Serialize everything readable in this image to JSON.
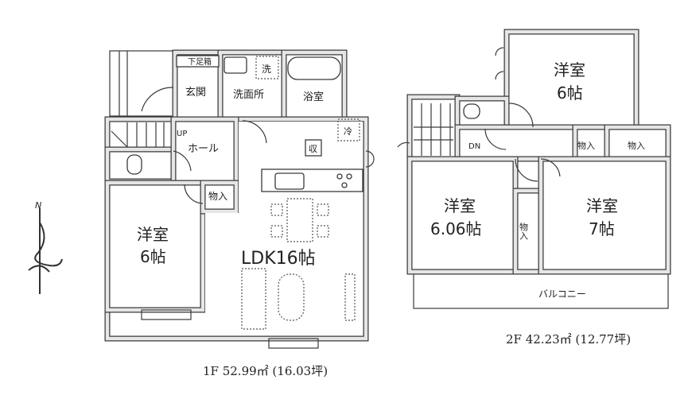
{
  "floor1": {
    "caption": "1F  52.99㎡ (16.03坪)",
    "rooms": {
      "genkan": "玄関",
      "shoe_box": "下足箱",
      "washroom": "洗面所",
      "washer": "洗",
      "bath": "浴室",
      "hall": "ホール",
      "up": "UP",
      "storage_small": "収",
      "fridge": "冷",
      "closet": "物入",
      "western_room_name": "洋室",
      "western_room_size": "6帖",
      "ldk": "LDK16帖"
    }
  },
  "floor2": {
    "caption": "2F  42.23㎡ (12.77坪)",
    "rooms": {
      "room_a_name": "洋室",
      "room_a_size": "6帖",
      "room_b_name": "洋室",
      "room_b_size": "6.06帖",
      "room_c_name": "洋室",
      "room_c_size": "7帖",
      "closet_1": "物入",
      "closet_2": "物入",
      "closet_3": "物入",
      "dn": "DN",
      "balcony": "バルコニー"
    }
  },
  "compass": {
    "north": "N"
  }
}
